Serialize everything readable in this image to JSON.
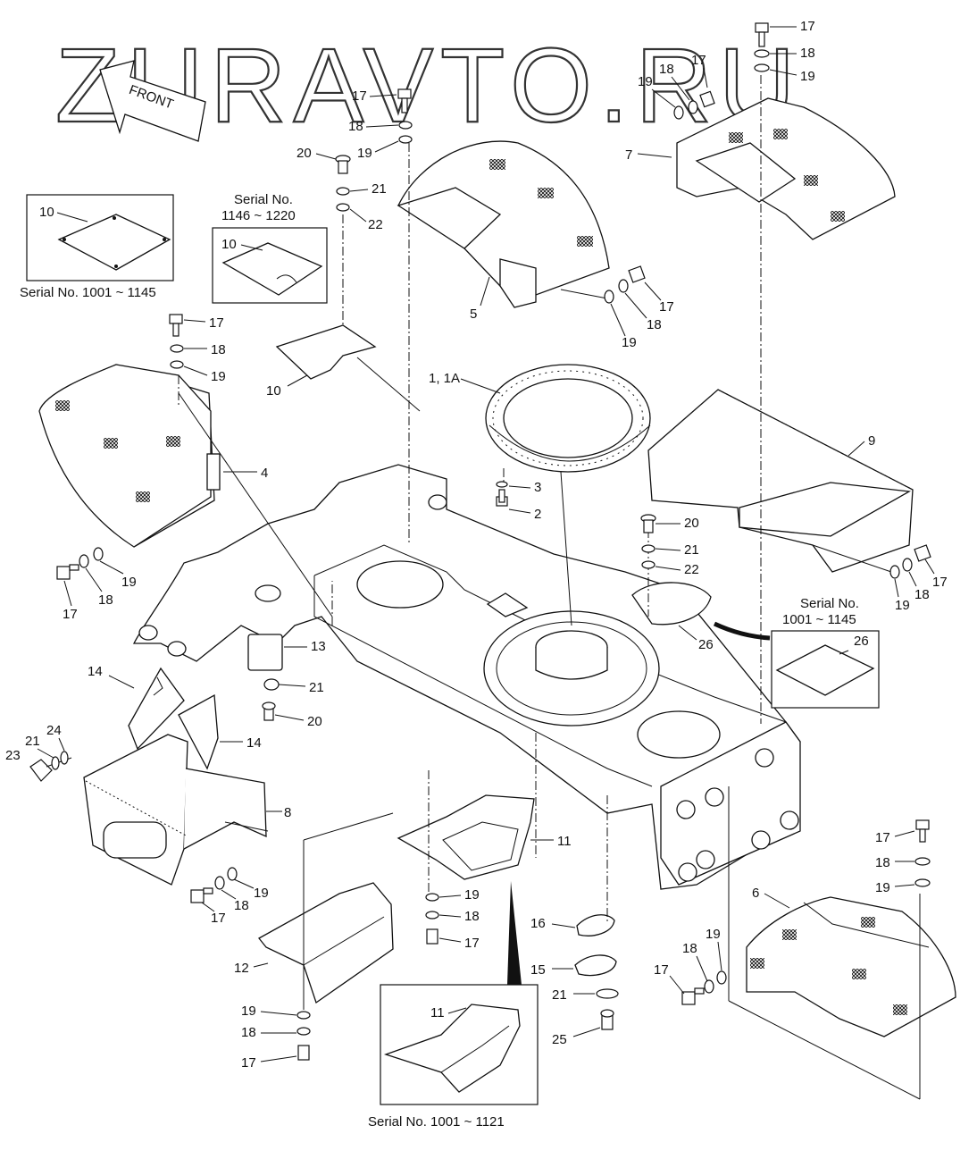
{
  "watermark": "ZURAVTO.RU",
  "front_arrow": "FRONT",
  "serial_notes": {
    "top_left": "Serial No. 1001 ~ 1145",
    "top_mid_line1": "Serial No.",
    "top_mid_line2": "1146 ~ 1220",
    "right_line1": "Serial No.",
    "right_line2": "1001 ~ 1145",
    "bottom": "Serial No. 1001 ~ 1121"
  },
  "callouts": {
    "c1": "1, 1A",
    "c2": "2",
    "c3": "3",
    "c4": "4",
    "c5": "5",
    "c6": "6",
    "c7": "7",
    "c8": "8",
    "c9": "9",
    "c10": "10",
    "c11": "11",
    "c12": "12",
    "c13": "13",
    "c14": "14",
    "c15": "15",
    "c16": "16",
    "c17": "17",
    "c18": "18",
    "c19": "19",
    "c20": "20",
    "c21": "21",
    "c22": "22",
    "c23": "23",
    "c24": "24",
    "c25": "25",
    "c26": "26"
  }
}
